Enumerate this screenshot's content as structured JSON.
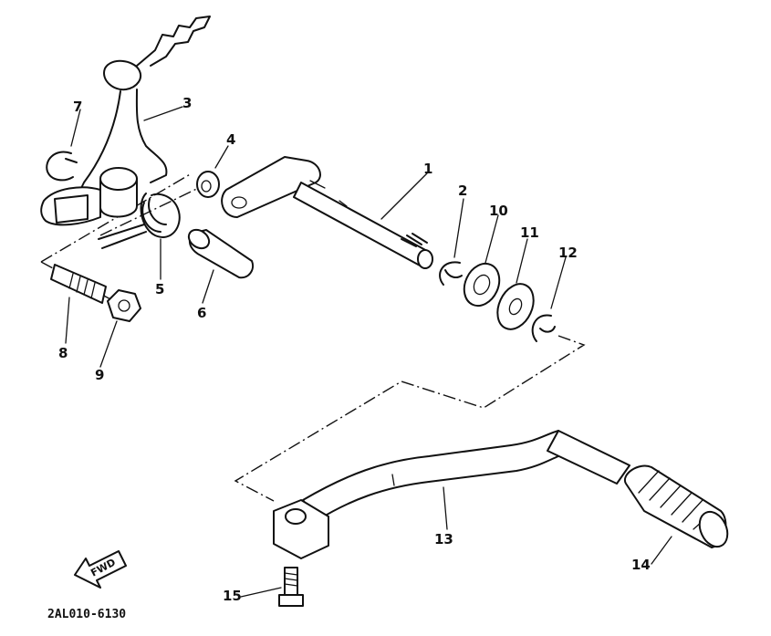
{
  "diagram_code": "2AL010-6130",
  "fwd_label": "FWD",
  "parts": [
    {
      "number": "1"
    },
    {
      "number": "2"
    },
    {
      "number": "3"
    },
    {
      "number": "4"
    },
    {
      "number": "5"
    },
    {
      "number": "6"
    },
    {
      "number": "7"
    },
    {
      "number": "8"
    },
    {
      "number": "9"
    },
    {
      "number": "10"
    },
    {
      "number": "11"
    },
    {
      "number": "12"
    },
    {
      "number": "13"
    },
    {
      "number": "14"
    },
    {
      "number": "15"
    }
  ]
}
